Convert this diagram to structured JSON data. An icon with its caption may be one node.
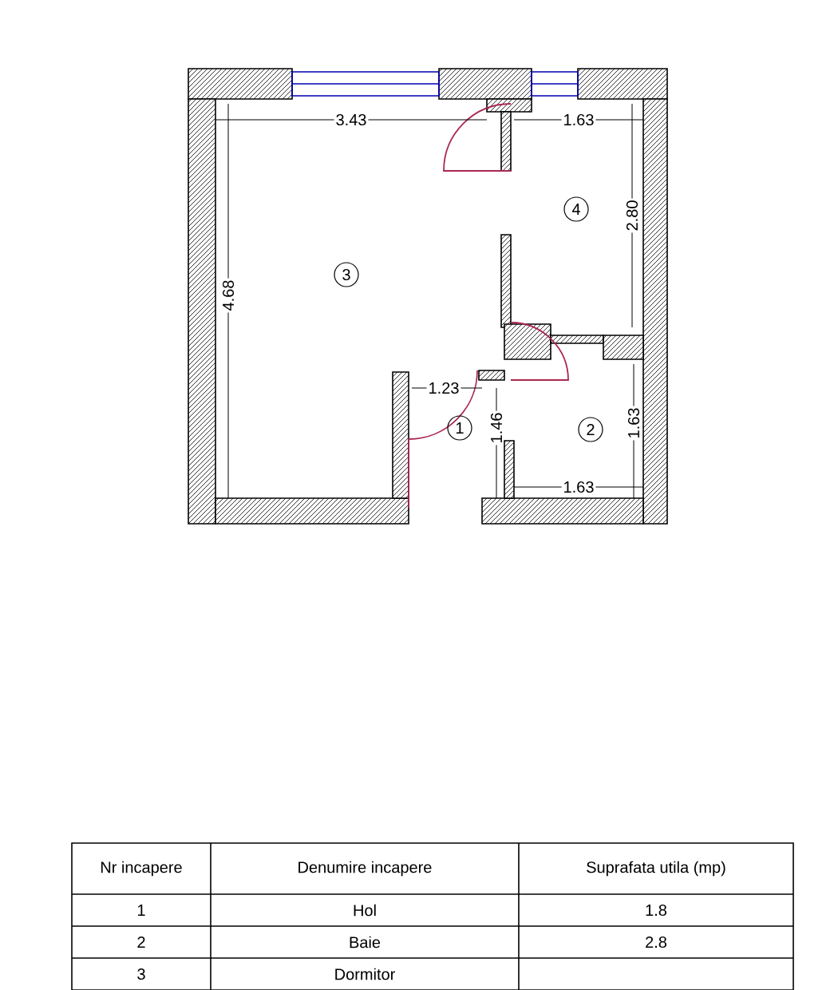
{
  "diagram": {
    "labels": [
      "3.43",
      "1.63",
      "2.80",
      "3",
      "4",
      "4.68",
      "1.23",
      "1",
      "1.46",
      "2",
      "1.63",
      "1.63",
      "Nr incapere",
      "Denumire incapere",
      "Suprafata utila (mp)",
      "1",
      "Hol",
      "1.8",
      "2",
      "Baie",
      "2.8",
      "3",
      "Dormitor"
    ]
  }
}
